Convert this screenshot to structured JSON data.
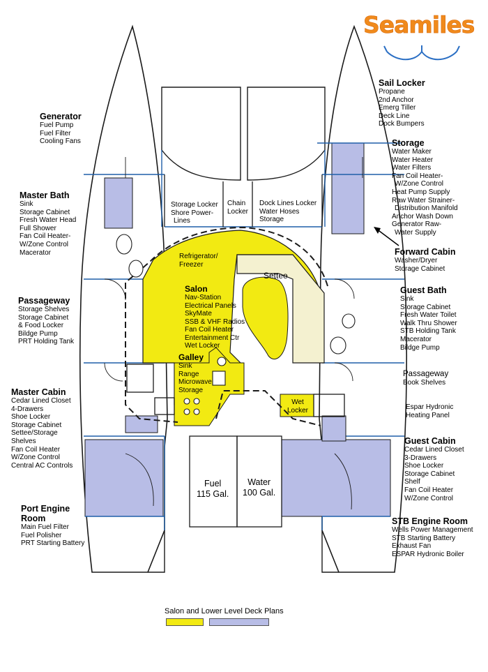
{
  "brand": {
    "logo": "Seamiles"
  },
  "legend": {
    "title": "Salon and Lower Level Deck Plans",
    "colors": {
      "salon": "#f2ea12",
      "lower": "#b8bde6"
    }
  },
  "colors": {
    "walls": "#1a1a1a",
    "hull_lines": "#1f5fa8",
    "salon_fill": "#f2ea12",
    "lower_fill": "#b8bde6",
    "settee_fill": "#f4f1d0"
  },
  "sections": {
    "generator": {
      "title": "Generator",
      "items": [
        "Fuel Pump",
        "Fuel Filter",
        "Cooling Fans"
      ]
    },
    "master_bath": {
      "title": "Master Bath",
      "items": [
        "Sink",
        "Storage Cabinet",
        "Fresh Water Head",
        "Full Shower",
        "Fan Coil Heater-",
        "W/Zone Control",
        "Macerator"
      ]
    },
    "passageway_port": {
      "title": "Passageway",
      "items": [
        "Storage Shelves",
        "Storage Cabinet",
        "& Food Locker",
        "Bildge Pump",
        "PRT Holding Tank"
      ]
    },
    "master_cabin": {
      "title": "Master Cabin",
      "items": [
        "Cedar Lined Closet",
        "4-Drawers",
        "Shoe Locker",
        "Storage Cabinet",
        "Settee/Storage",
        "Shelves",
        "Fan Coil Heater",
        "W/Zone Control",
        "Central AC Controls"
      ]
    },
    "port_engine": {
      "title": "Port Engine Room",
      "title_lines": [
        "Port Engine",
        "Room"
      ],
      "items": [
        "Main Fuel Filter",
        "Fuel Polisher",
        "PRT Starting Battery"
      ]
    },
    "sail_locker": {
      "title": "Sail Locker",
      "items": [
        "Propane",
        "2nd Anchor",
        "Emerg Tiller",
        "Deck Line",
        "Dock Bumpers"
      ]
    },
    "storage": {
      "title": "Storage",
      "items": [
        "Water Maker",
        "Water Heater",
        "Water Filters",
        "Fan Coil Heater-",
        "W/Zone Control",
        "Heat Pump Supply",
        "Raw Water Strainer-",
        "Distribution Manifold",
        "Anchor Wash Down",
        "Generator Raw-",
        "Water Supply"
      ]
    },
    "forward_cabin": {
      "title": "Forward Cabin",
      "items": [
        "Washer/Dryer",
        "Storage Cabinet"
      ]
    },
    "guest_bath": {
      "title": "Guest Bath",
      "items": [
        "Sink",
        "Storage Cabinet",
        "Fresh Water Toilet",
        "Walk Thru Shower",
        "STB Holding Tank",
        "Macerator",
        "Bildge Pump"
      ]
    },
    "passageway_stb": {
      "title": "Passageway",
      "items": [
        "Book Shelves"
      ]
    },
    "espar": {
      "items": [
        "Espar Hydronic",
        "Heating Panel"
      ]
    },
    "guest_cabin": {
      "title": "Guest Cabin",
      "items": [
        "Cedar Lined Closet",
        "3-Drawers",
        "Shoe Locker",
        "Storage Cabinet",
        "Shelf",
        "Fan Coil Heater",
        "W/Zone Control"
      ]
    },
    "stb_engine": {
      "title": "STB Engine Room",
      "items": [
        "Wells Power Management",
        "STB Starting Battery",
        "Exhaust Fan",
        "ESPAR Hydronic Boiler"
      ]
    }
  },
  "interior": {
    "storage_locker": [
      "Storage Locker",
      "Shore Power-",
      "Lines"
    ],
    "chain_locker": [
      "Chain",
      "Locker"
    ],
    "dock_lines": [
      "Dock Lines Locker",
      "Water Hoses",
      "Storage"
    ],
    "refrigerator": [
      "Refrigerator/",
      "Freezer"
    ],
    "settee": "Settee",
    "salon": {
      "title": "Salon",
      "items": [
        "Nav-Station",
        "Electrical Panels",
        "SkyMate",
        "SSB & VHF Radios",
        "Fan Coil Heater",
        "Entertainment Ctr",
        "Wet Locker"
      ]
    },
    "galley": {
      "title": "Galley",
      "items": [
        "Sink",
        "Range",
        "Microwave",
        "Storage"
      ]
    },
    "wet_locker": [
      "Wet",
      "Locker"
    ],
    "fuel": [
      "Fuel",
      "115 Gal."
    ],
    "water": [
      "Water",
      "100 Gal."
    ]
  }
}
